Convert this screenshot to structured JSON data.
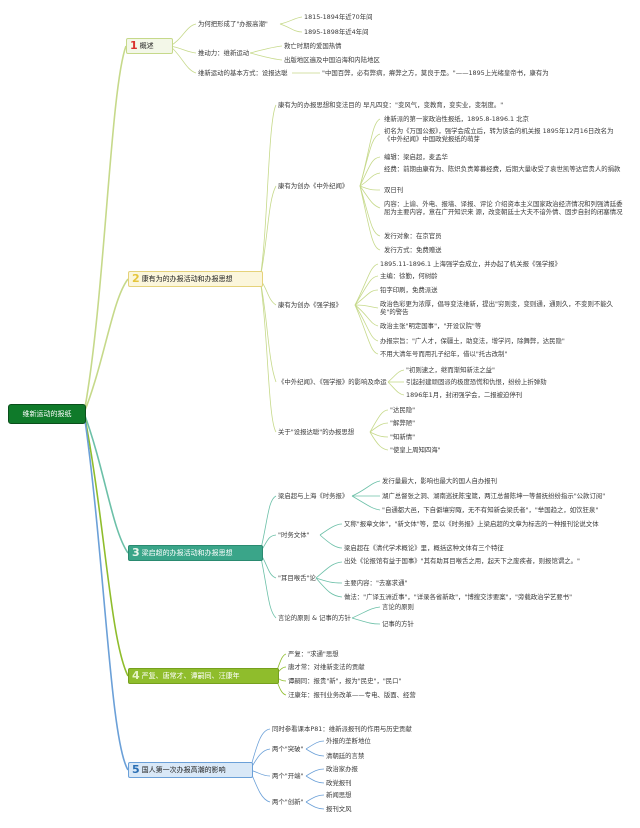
{
  "root": "维新运动的报纸",
  "sections": [
    {
      "num": "1",
      "title": "概述",
      "color": "#d9322e"
    },
    {
      "num": "2",
      "title": "康有为的办报活动和办报思想",
      "color": "#e5c53c"
    },
    {
      "num": "3",
      "title": "梁启超的办报活动和办报思想",
      "color": "#3aa589"
    },
    {
      "num": "4",
      "title": "严复、唐常才、谭嗣同、汪康年",
      "color": "#8fbd2c"
    },
    {
      "num": "5",
      "title": "国人第一次办报高潮的影响",
      "color": "#2b6fb4"
    }
  ],
  "s1": {
    "b1": "为何把形成了\"办报高潮\"",
    "b1a": "1815-1894年近70年间",
    "b1b": "1895-1898年近4年间",
    "b2": "推动力：维新运动",
    "b2a": "救亡时期的爱国热情",
    "b2b": "出版地区遍及中国沿海和内陆地区",
    "b3": "维新运动的基本方式：设报达聪",
    "b3a": "\"中国百弊，必有弊病，瘠弊之方，莫良于是。\"——1895上光绪皇帝书，康有为"
  },
  "s2": {
    "intro": "康有为的办报思想和变法目的 早凡四变：\"变风气，变教育，变实业，变制度。\"",
    "zw": "康有为创办《中外纪闻》",
    "zw_items": [
      "维新派的第一家政治性报纸，1895.8-1896.1 北京",
      "初名为《万国公报》，强学会成立后，转为该会的机关报 1895年12月16日改名为《中外纪闻》中国政党报纸的萌芽",
      "编辑：梁启超，麦孟华",
      "经费：前期由康有为、陈炽负责筹募经费，后期大量收受了袁世凯等达官贵人的捐款",
      "双日刊",
      "内容：上谕、外电、报墙、译报、评论 介绍资本主义国家政治经济情况和列强清廷委屈为主要内容，意在广开知识来 源，改变朝廷士大夫不谙外情、固步自封的闭塞情况",
      "发行对象：在京官员",
      "发行方式：免费赠送"
    ],
    "qx": "康有为创办《强学报》",
    "qx_items": [
      "1895.11-1896.1 上海强学会成立，并办起了机关报《强学报》",
      "主编：徐勤，何树龄",
      "铅字印刷，免费派送",
      "政治色彩更为浓厚，倡导变法维新，提出\"穷则变，变则通，通则久，不变则不能久矣\"的警告",
      "政治主张\"明定国事\"，\"开设议院\"等",
      "办报宗旨：\"广人才，保疆土，助变法，增学问，除舞弊，达民隐\"",
      "不用大清年号而用孔子纪年，借以\"托古改制\""
    ],
    "inf": "《中外纪闻》、《强学报》的影响及命运",
    "inf_items": [
      "\"初则逮之，继而渐知新法之益\"",
      "引起封建顽固派的极度恐慌和仇恨，纷纷上折弹劾",
      "1896年1月，封闭强学会，二报被迫停刊"
    ],
    "sb": "关于\"设报达聪\"的办报思想",
    "sb_items": [
      "\"达民隐\"",
      "\"解弊陋\"",
      "\"知新情\"",
      "\"使皇上周知四海\""
    ]
  },
  "s3": {
    "sw": "梁启超与上海《时务报》",
    "sw_items": [
      "发行量最大，影响也最大的国人自办报刊",
      "湖广总督张之洞、湖南巡抚陈宝箴，两江总督陈坤一等督抚纷纷指示\"公款订阅\"",
      "\"自通都大邑，下自僻壤穷陬，无不有知新会梁氏者\"，\"举国趋之，如饮狂泉\""
    ],
    "wt": "\"时务文体\"",
    "wt_a": "又称\"报章文体\"，\"新文体\"等，是以《时务报》上梁启超的文章为标志的一种报刊论说文体",
    "wt_b": "梁启超在《清代学术概论》里，概括这种文体有三个特征",
    "em": "\"耳目喉舌\"论",
    "em_a": "出处《论报馆有益于国事》\"其有助耳目喉舌之用，起天下之废疾者，则报馆谓之。\"",
    "em_b": "主要内容：\"去塞求通\"",
    "em_c": "做法：\"广译五洲近事\"，\"详录各省新政\"，\"博搜交涉要案\"，\"旁载政治学艺要书\"",
    "yl": "言论的原则 & 记事的方针",
    "yl_a": "言论的原则",
    "yl_b": "记事的方针"
  },
  "s4": {
    "items": [
      "严复：\"求通\"思想",
      "唐才常：对维新变法的贡献",
      "谭嗣同：报贵\"新\"，报为\"民史\"，\"民口\"",
      "汪康年：报刊业务改革——专电、版面、经营"
    ]
  },
  "s5": {
    "intro": "同时参看课本P81：维新派报刊的作用与历史贡献",
    "tp": "两个\"突破\"",
    "tp_a": "外报的垄断地位",
    "tp_b": "清朝廷的言禁",
    "kd": "两个\"开端\"",
    "kd_a": "政治家办报",
    "kd_b": "政党报刊",
    "cx": "两个\"创新\"",
    "cx_a": "新闻思想",
    "cx_b": "报刊文风"
  }
}
